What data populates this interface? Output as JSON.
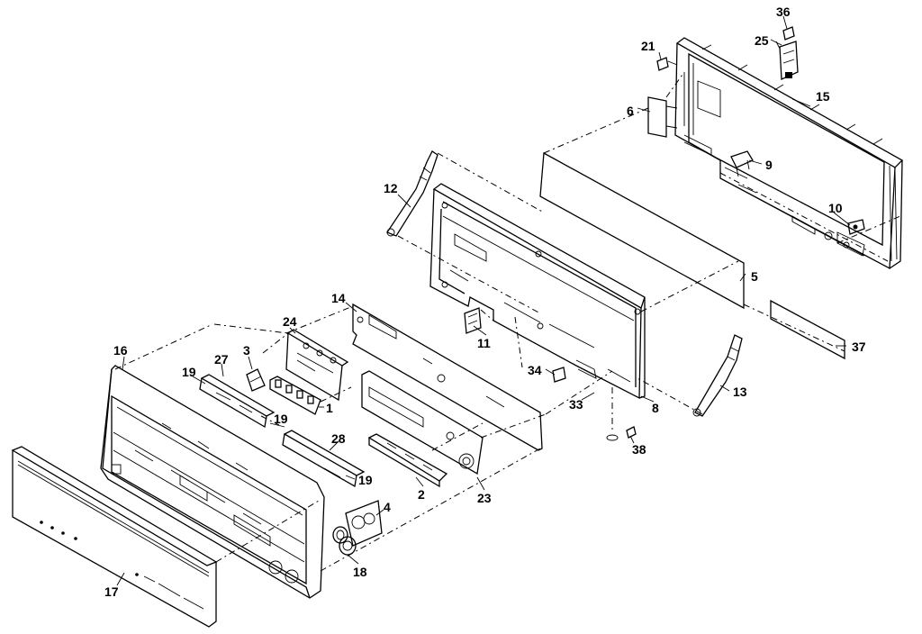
{
  "diagram": {
    "type": "exploded-parts-view",
    "callouts": [
      {
        "id": "c36",
        "label": "36"
      },
      {
        "id": "c25",
        "label": "25"
      },
      {
        "id": "c21",
        "label": "21"
      },
      {
        "id": "c15",
        "label": "15"
      },
      {
        "id": "c6",
        "label": "6"
      },
      {
        "id": "c9",
        "label": "9"
      },
      {
        "id": "c12",
        "label": "12"
      },
      {
        "id": "c10",
        "label": "10"
      },
      {
        "id": "c5",
        "label": "5"
      },
      {
        "id": "c14",
        "label": "14"
      },
      {
        "id": "c24",
        "label": "24"
      },
      {
        "id": "c11",
        "label": "11"
      },
      {
        "id": "c37",
        "label": "37"
      },
      {
        "id": "c16",
        "label": "16"
      },
      {
        "id": "c3",
        "label": "3"
      },
      {
        "id": "c27",
        "label": "27"
      },
      {
        "id": "c34",
        "label": "34"
      },
      {
        "id": "c19a",
        "label": "19"
      },
      {
        "id": "c1",
        "label": "1"
      },
      {
        "id": "c13",
        "label": "13"
      },
      {
        "id": "c33",
        "label": "33"
      },
      {
        "id": "c8",
        "label": "8"
      },
      {
        "id": "c19b",
        "label": "19"
      },
      {
        "id": "c28",
        "label": "28"
      },
      {
        "id": "c38",
        "label": "38"
      },
      {
        "id": "c19c",
        "label": "19"
      },
      {
        "id": "c2",
        "label": "2"
      },
      {
        "id": "c23",
        "label": "23"
      },
      {
        "id": "c4",
        "label": "4"
      },
      {
        "id": "c18",
        "label": "18"
      },
      {
        "id": "c17",
        "label": "17"
      }
    ]
  }
}
